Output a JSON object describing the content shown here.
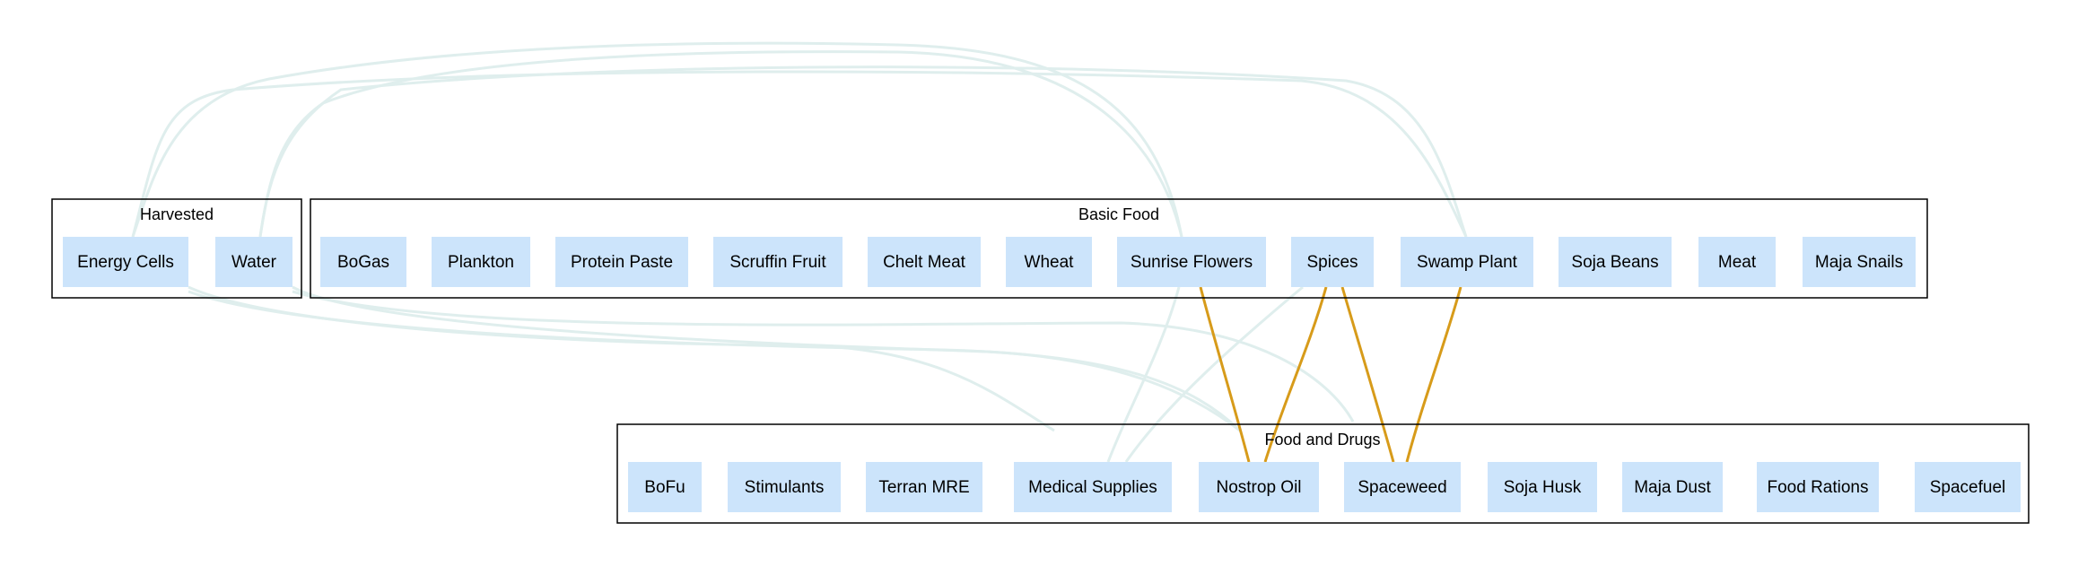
{
  "colors": {
    "node_fill": "#cce4fb",
    "edge_faint": "#dfeeed",
    "edge_highlight": "#d79b1a",
    "cluster_border": "#000000"
  },
  "clusters": [
    {
      "id": "harvested",
      "title": "Harvested"
    },
    {
      "id": "basic_food",
      "title": "Basic Food"
    },
    {
      "id": "food_and_drugs",
      "title": "Food and Drugs"
    }
  ],
  "nodes": [
    {
      "id": "energy_cells",
      "label": "Energy Cells",
      "cluster": "harvested"
    },
    {
      "id": "water",
      "label": "Water",
      "cluster": "harvested"
    },
    {
      "id": "bogas",
      "label": "BoGas",
      "cluster": "basic_food"
    },
    {
      "id": "plankton",
      "label": "Plankton",
      "cluster": "basic_food"
    },
    {
      "id": "protein_paste",
      "label": "Protein Paste",
      "cluster": "basic_food"
    },
    {
      "id": "scruffin_fruit",
      "label": "Scruffin Fruit",
      "cluster": "basic_food"
    },
    {
      "id": "chelt_meat",
      "label": "Chelt Meat",
      "cluster": "basic_food"
    },
    {
      "id": "wheat",
      "label": "Wheat",
      "cluster": "basic_food"
    },
    {
      "id": "sunrise_flowers",
      "label": "Sunrise Flowers",
      "cluster": "basic_food"
    },
    {
      "id": "spices",
      "label": "Spices",
      "cluster": "basic_food"
    },
    {
      "id": "swamp_plant",
      "label": "Swamp Plant",
      "cluster": "basic_food"
    },
    {
      "id": "soja_beans",
      "label": "Soja Beans",
      "cluster": "basic_food"
    },
    {
      "id": "meat",
      "label": "Meat",
      "cluster": "basic_food"
    },
    {
      "id": "maja_snails",
      "label": "Maja Snails",
      "cluster": "basic_food"
    },
    {
      "id": "bofu",
      "label": "BoFu",
      "cluster": "food_and_drugs"
    },
    {
      "id": "stimulants",
      "label": "Stimulants",
      "cluster": "food_and_drugs"
    },
    {
      "id": "terran_mre",
      "label": "Terran MRE",
      "cluster": "food_and_drugs"
    },
    {
      "id": "medical_supplies",
      "label": "Medical Supplies",
      "cluster": "food_and_drugs"
    },
    {
      "id": "nostrop_oil",
      "label": "Nostrop Oil",
      "cluster": "food_and_drugs"
    },
    {
      "id": "spaceweed",
      "label": "Spaceweed",
      "cluster": "food_and_drugs"
    },
    {
      "id": "soja_husk",
      "label": "Soja Husk",
      "cluster": "food_and_drugs"
    },
    {
      "id": "maja_dust",
      "label": "Maja Dust",
      "cluster": "food_and_drugs"
    },
    {
      "id": "food_rations",
      "label": "Food Rations",
      "cluster": "food_and_drugs"
    },
    {
      "id": "spacefuel",
      "label": "Spacefuel",
      "cluster": "food_and_drugs"
    }
  ],
  "edges": [
    {
      "from": "energy_cells",
      "to": "sunrise_flowers",
      "style": "faint"
    },
    {
      "from": "energy_cells",
      "to": "swamp_plant",
      "style": "faint"
    },
    {
      "from": "water",
      "to": "sunrise_flowers",
      "style": "faint"
    },
    {
      "from": "water",
      "to": "swamp_plant",
      "style": "faint"
    },
    {
      "from": "energy_cells",
      "to": "medical_supplies",
      "style": "faint"
    },
    {
      "from": "energy_cells",
      "to": "nostrop_oil",
      "style": "faint"
    },
    {
      "from": "water",
      "to": "nostrop_oil",
      "style": "faint"
    },
    {
      "from": "water",
      "to": "spaceweed",
      "style": "faint"
    },
    {
      "from": "sunrise_flowers",
      "to": "medical_supplies",
      "style": "faint"
    },
    {
      "from": "spices",
      "to": "medical_supplies",
      "style": "faint"
    },
    {
      "from": "sunrise_flowers",
      "to": "nostrop_oil",
      "style": "highlight"
    },
    {
      "from": "spices",
      "to": "nostrop_oil",
      "style": "highlight"
    },
    {
      "from": "spices",
      "to": "spaceweed",
      "style": "highlight"
    },
    {
      "from": "swamp_plant",
      "to": "spaceweed",
      "style": "highlight"
    }
  ]
}
